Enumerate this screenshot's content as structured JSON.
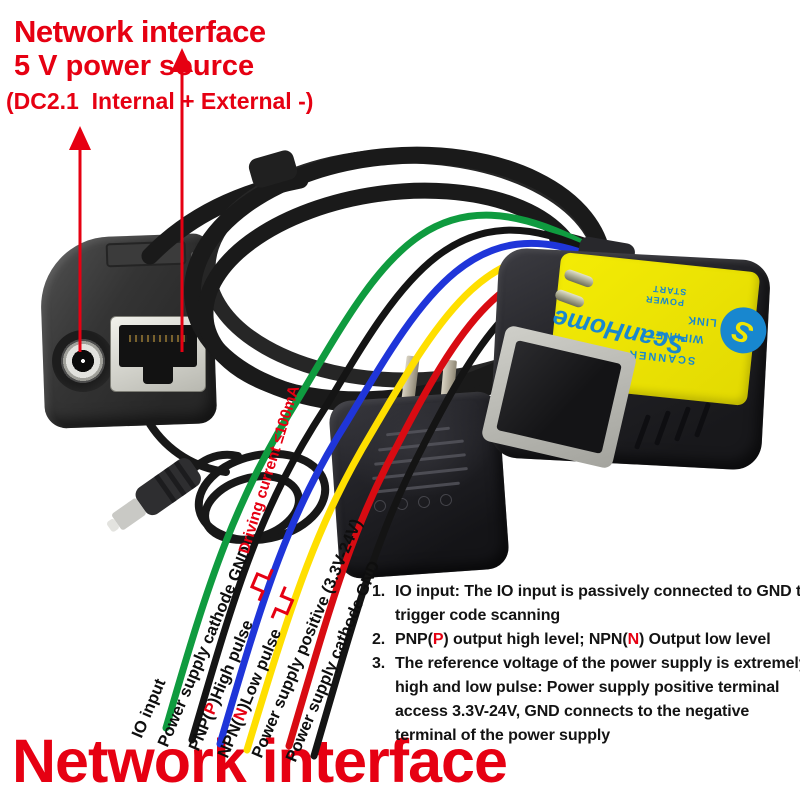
{
  "header": {
    "line1": "Network interface",
    "line2": "5 V power source",
    "line3": "(DC2.1  Internal + External -)"
  },
  "footer": {
    "title": "Network interface"
  },
  "colors": {
    "accent_red": "#e60012",
    "wire_green": "#0f9b3f",
    "wire_black": "#141414",
    "wire_blue": "#1f35d9",
    "wire_yellow": "#ffdf00",
    "wire_red": "#d80b12",
    "scanner_label_yellow": "#e9e203",
    "scanner_text_blue": "#1887cf"
  },
  "wires": [
    {
      "id": "green",
      "color": "#0f9b3f",
      "label": {
        "pre": "IO input",
        "accent": "",
        "post": ""
      }
    },
    {
      "id": "black-1",
      "color": "#141414",
      "label": {
        "pre": "Power supply cathode GND",
        "accent": "",
        "post": ""
      }
    },
    {
      "id": "blue",
      "color": "#1f35d9",
      "label": {
        "pre": "PNP(",
        "accent": "P",
        "post": ")High pulse"
      }
    },
    {
      "id": "yellow",
      "color": "#ffdf00",
      "label": {
        "pre": "NPN(",
        "accent": "N",
        "post": ")Low pulse"
      }
    },
    {
      "id": "red",
      "color": "#d80b12",
      "label": {
        "pre": "Power supply positive (3.3V-24V)",
        "accent": "",
        "post": ""
      }
    },
    {
      "id": "black-2",
      "color": "#141414",
      "label": {
        "pre": "Power supply cathode GND",
        "accent": "",
        "post": ""
      }
    }
  ],
  "annotations": {
    "driving_current": "Driving current ≤100mA"
  },
  "notes": {
    "item1": {
      "num": "1.",
      "text": "IO input: The IO input is passively connected to GND to trigger code scanning"
    },
    "item2": {
      "num": "2.",
      "pre": "PNP(",
      "p": "P",
      "mid": ") output high level; NPN(",
      "n": "N",
      "post": ") Output low level"
    },
    "item3": {
      "num": "3.",
      "text": "The reference voltage of the power supply is extremely high and low pulse: Power supply positive terminal access 3.3V-24V, GND connects to the negative terminal of the power supply"
    }
  },
  "scanner": {
    "brand": "ScanHome",
    "logo_letter": "S",
    "row_start": "START",
    "row_power": "POWER",
    "row_link": "LINK",
    "row_wifi": "WIFI/NET",
    "row_scanner": "SCANNER"
  },
  "connector": {
    "emboss": "ScanHome"
  }
}
